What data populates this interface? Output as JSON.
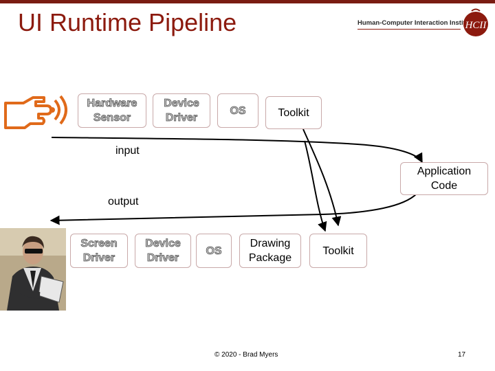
{
  "slide": {
    "title": "UI Runtime Pipeline",
    "institute": "Human-Computer Interaction Institute",
    "logo_text": "HCII",
    "input_label": "input",
    "output_label": "output",
    "footer": "© 2020 - Brad Myers",
    "page_number": "17"
  },
  "input_row": {
    "hardware_sensor": "Hardware\nSensor",
    "device_driver": "Device\nDriver",
    "os": "OS",
    "toolkit": "Toolkit"
  },
  "application": "Application\nCode",
  "output_row": {
    "screen_driver": "Screen\nDriver",
    "device_driver": "Device\nDriver",
    "os": "OS",
    "drawing_package": "Drawing\nPackage",
    "toolkit": "Toolkit"
  },
  "colors": {
    "title": "#8c1a0e",
    "accent_bar": "#7a1c12",
    "finger_icon": "#e06a1a"
  }
}
